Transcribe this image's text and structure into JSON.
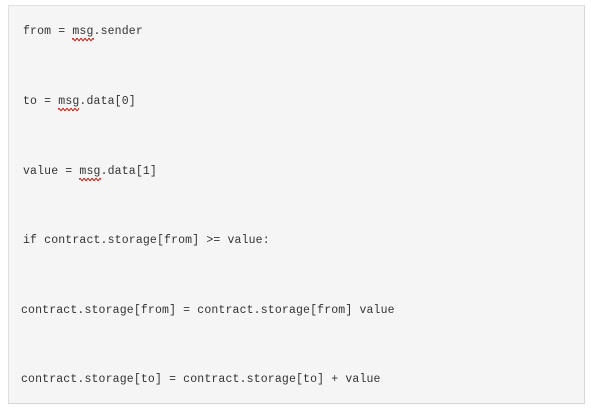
{
  "page": {
    "background": "#ffffff"
  },
  "code_block": {
    "background": "#f5f5f5",
    "border_color": "#e0e0e0",
    "text_color": "#333333",
    "language": "python",
    "lines": [
      {
        "id": "line-1",
        "indent": "normal",
        "before": "from = ",
        "misspelled": "msg",
        "after": ".sender",
        "full_text": "from = msg.sender",
        "has_spellcheck_underline": true
      },
      {
        "id": "line-2",
        "indent": "normal",
        "before": "to = ",
        "misspelled": "msg",
        "after": ".data[0]",
        "full_text": "to = msg.data[0]",
        "has_spellcheck_underline": true
      },
      {
        "id": "line-3",
        "indent": "normal",
        "before": "value = ",
        "misspelled": "msg",
        "after": ".data[1]",
        "full_text": "value = msg.data[1]",
        "has_spellcheck_underline": true
      },
      {
        "id": "line-4",
        "indent": "normal",
        "before": "if contract.storage[from] >= value:",
        "misspelled": "",
        "after": "",
        "full_text": "if contract.storage[from] >= value:",
        "has_spellcheck_underline": false
      },
      {
        "id": "line-5",
        "indent": "outdent",
        "before": "contract.storage[from] = contract.storage[from] value",
        "misspelled": "",
        "after": "",
        "full_text": "contract.storage[from] = contract.storage[from] value",
        "has_spellcheck_underline": false
      },
      {
        "id": "line-6",
        "indent": "outdent",
        "before": "contract.storage[to] = contract.storage[to] + value",
        "misspelled": "",
        "after": "",
        "full_text": "contract.storage[to] = contract.storage[to] + value",
        "has_spellcheck_underline": false
      }
    ]
  }
}
